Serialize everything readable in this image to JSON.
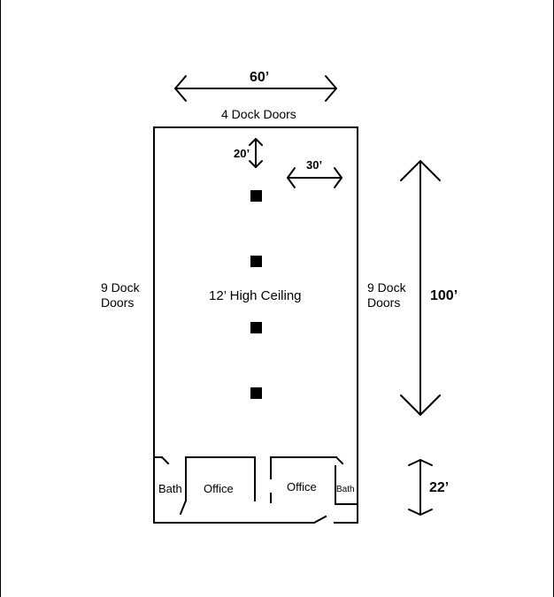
{
  "dimensions": {
    "width": "60’",
    "column_spacing": "20’",
    "bay_width": "30’",
    "length": "100’",
    "office_depth": "22’"
  },
  "labels": {
    "top_doors": "4 Dock Doors",
    "left_doors": [
      "9 Dock",
      "Doors"
    ],
    "right_doors": [
      "9 Dock",
      "Doors"
    ],
    "ceiling": "12’ High Ceiling"
  },
  "rooms": {
    "bath_left": "Bath",
    "office_left": "Office",
    "office_right": "Office",
    "bath_right": "Bath"
  }
}
